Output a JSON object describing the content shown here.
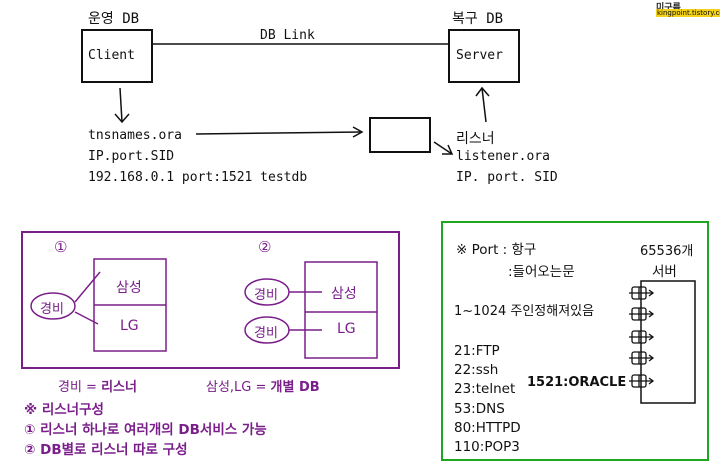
{
  "top": {
    "client_db_label": "운영 DB",
    "client_box": "Client",
    "server_db_label": "복구 DB",
    "server_box": "Server",
    "link_label": "DB Link",
    "client_lines": [
      "tnsnames.ora",
      "IP.port.SID",
      "192.168.0.1 port:1521 testdb"
    ],
    "listener_title": "리스너",
    "listener_lines": [
      "listener.ora",
      "IP. port. SID"
    ]
  },
  "left_panel": {
    "num1": "①",
    "num2": "②",
    "d1": {
      "listener": "경비",
      "db1": "삼성",
      "db2": "LG"
    },
    "d2": {
      "listener1": "경비",
      "listener2": "경비",
      "db1": "삼성",
      "db2": "LG"
    },
    "legend_a_prefix": "경비 = ",
    "legend_a_bold": "리스너",
    "legend_b_prefix": "삼성,LG = ",
    "legend_b_bold": "개별 DB",
    "notes": [
      "※ 리스너구성",
      "① 리스너 하나로 여러개의 DB서비스 가능",
      "② DB별로 리스너 따로 구성"
    ]
  },
  "right_panel": {
    "title_line1": "※  Port : 항구",
    "title_line2": ":들어오는문",
    "server_count": "65536개",
    "server_label": "서버",
    "reserved": "1~1024  주인정해져있음",
    "ports": [
      "21:FTP",
      "22:ssh",
      "23:telnet",
      "53:DNS",
      "80:HTTPD",
      "110:POP3"
    ],
    "oracle": "1521:ORACLE"
  },
  "logo": {
    "line1": "미구름",
    "line2": "kingpoint.tistory.com"
  },
  "colors": {
    "purple": "#7a1f8a",
    "green": "#1fa51f",
    "black": "#111111"
  }
}
